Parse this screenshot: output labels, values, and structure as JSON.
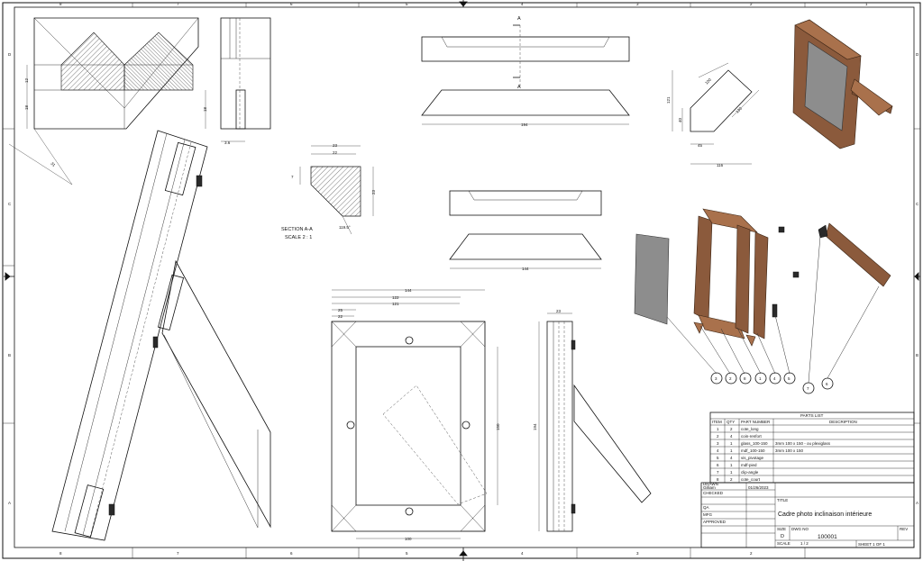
{
  "border": {
    "columns_top": [
      "8",
      "7",
      "6",
      "5",
      "4",
      "3",
      "2",
      "1"
    ],
    "rows_left": [
      "D",
      "C",
      "B",
      "A"
    ]
  },
  "section": {
    "marker_letter": "A",
    "title": "SECTION A-A",
    "scale": "SCALE 2 : 1",
    "dims": {
      "w1": "23",
      "w2": "22",
      "h1": "7",
      "h2": "23",
      "angle": "119.5°"
    }
  },
  "dims": {
    "top_left_vertical_1": "12",
    "top_left_vertical_2": "18",
    "top_left_diag": "31",
    "side_height": "18",
    "side_bottom": "3.6",
    "long_rail_length": "194",
    "short_rail_length": "144",
    "front_outer": "144",
    "front_122": "122",
    "front_121": "121",
    "front_25": "25",
    "front_22": "22",
    "front_150": "150",
    "front_bottom": "100",
    "side_194": "194",
    "side_23": "23",
    "stand_121": "121",
    "stand_100": "100",
    "stand_130": "130",
    "stand_45": "45",
    "stand_116": "116",
    "stand_40": "40"
  },
  "balloons": [
    "3",
    "2",
    "8",
    "1",
    "4",
    "5",
    "7",
    "6"
  ],
  "parts_list": {
    "title": "PARTS LIST",
    "headers": [
      "ITEM",
      "QTY",
      "PART NUMBER",
      "DESCRIPTION"
    ],
    "rows": [
      [
        "1",
        "2",
        "cote_long",
        ""
      ],
      [
        "2",
        "4",
        "coin-renfort",
        ""
      ],
      [
        "3",
        "1",
        "glass_100-150",
        "3mm 100 x 150 - ou plexiglass"
      ],
      [
        "4",
        "1",
        "mdf_100-150",
        "3mm 100 x 150"
      ],
      [
        "5",
        "4",
        "vis_pivotage",
        ""
      ],
      [
        "6",
        "1",
        "mdf-pied",
        ""
      ],
      [
        "7",
        "1",
        "clip-angle",
        ""
      ],
      [
        "8",
        "2",
        "cote_court",
        ""
      ]
    ]
  },
  "title_block": {
    "drawn_label": "DRAWN",
    "drawn_by": "Gilliam",
    "date": "01/26/2023",
    "checked": "CHECKED",
    "qa": "QA",
    "mfg": "MFG",
    "approved": "APPROVED",
    "title_label": "TITLE",
    "title": "Cadre photo inclinaison intérieure",
    "size_label": "SIZE",
    "size": "D",
    "dwg_label": "DWG NO",
    "dwg_no": "100001",
    "rev_label": "REV",
    "scale_label": "SCALE",
    "scale_value": "1 / 2",
    "sheet": "SHEET 1  OF 1"
  }
}
